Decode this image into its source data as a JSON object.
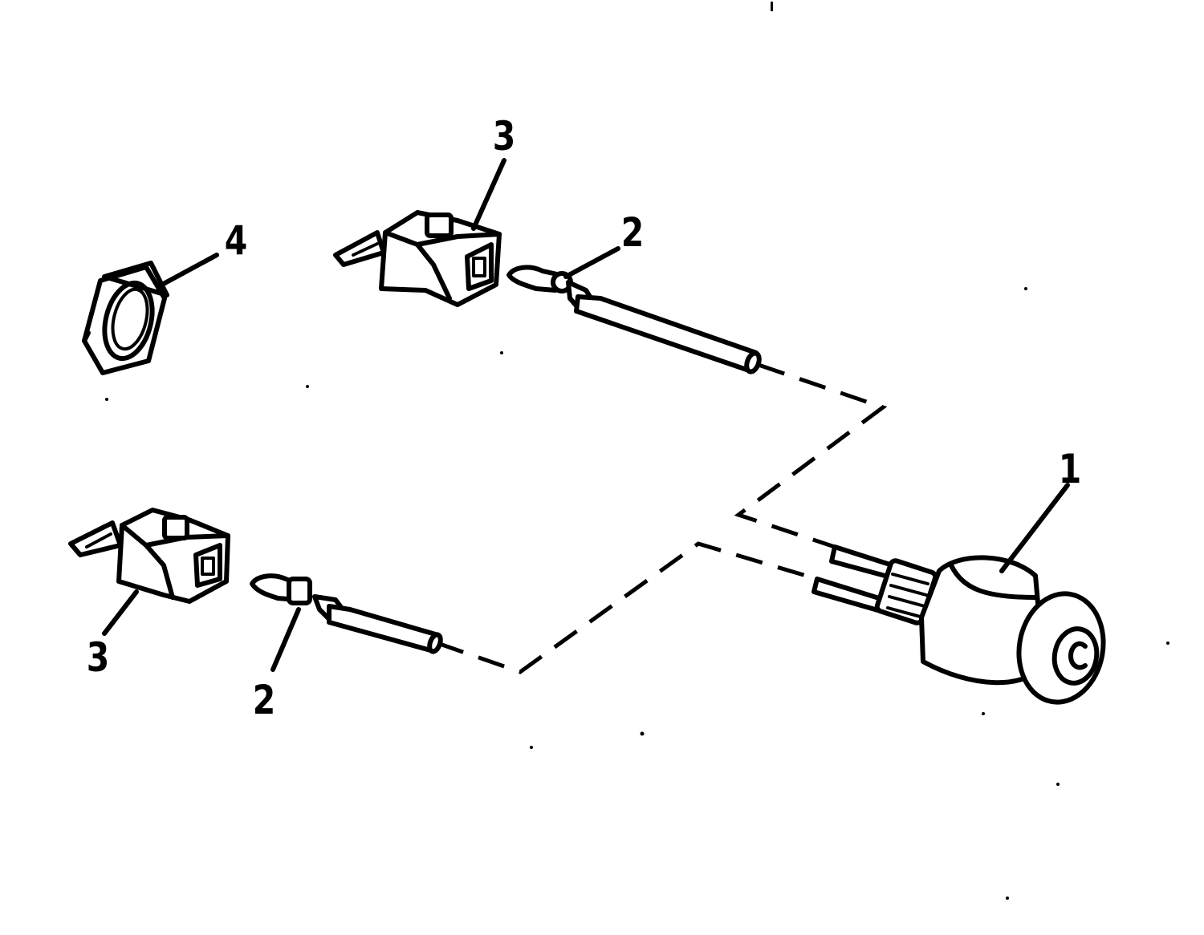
{
  "diagram": {
    "callouts": [
      {
        "id": "1",
        "label": "1"
      },
      {
        "id": "2a",
        "label": "2"
      },
      {
        "id": "2b",
        "label": "2"
      },
      {
        "id": "3a",
        "label": "3"
      },
      {
        "id": "3b",
        "label": "3"
      },
      {
        "id": "4",
        "label": "4"
      }
    ],
    "parts": [
      {
        "ref": "1",
        "icon": "switch-sender-icon"
      },
      {
        "ref": "2",
        "icon": "terminal-lead-icon"
      },
      {
        "ref": "3",
        "icon": "terminal-boot-icon"
      },
      {
        "ref": "4",
        "icon": "hex-nut-icon"
      }
    ],
    "colors": {
      "ink": "#000000",
      "paper": "#ffffff"
    }
  }
}
